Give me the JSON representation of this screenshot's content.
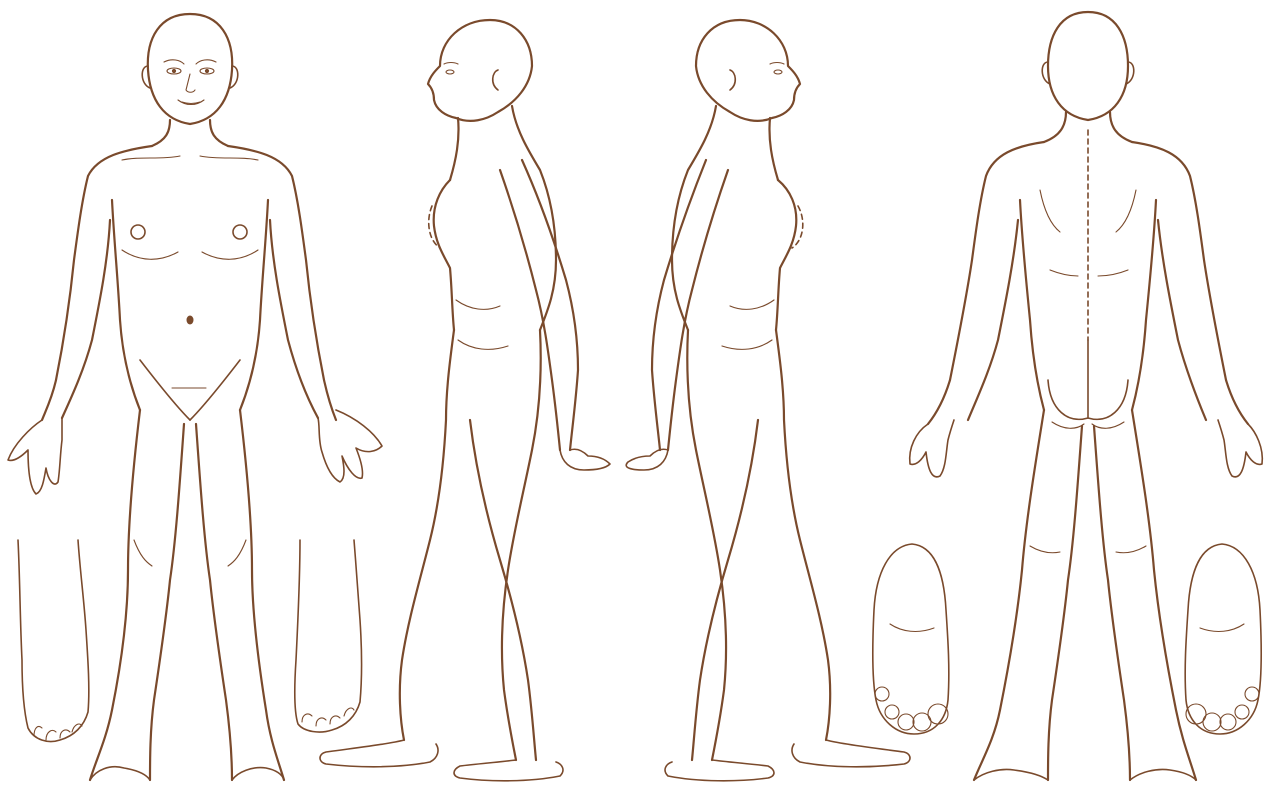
{
  "diagram": {
    "type": "body-chart",
    "views": [
      {
        "id": "front",
        "icon": "body-front-view-icon"
      },
      {
        "id": "right-side",
        "icon": "body-side-view-icon"
      },
      {
        "id": "left-side",
        "icon": "body-side-view-icon"
      },
      {
        "id": "back",
        "icon": "body-back-view-icon"
      }
    ],
    "extras": [
      {
        "id": "foot-dorsum-left",
        "icon": "foot-top-icon"
      },
      {
        "id": "foot-dorsum-right",
        "icon": "foot-top-icon"
      },
      {
        "id": "foot-sole-left",
        "icon": "foot-sole-icon"
      },
      {
        "id": "foot-sole-right",
        "icon": "foot-sole-icon"
      }
    ],
    "colors": {
      "line": "#7a4a2c",
      "background": "#ffffff"
    }
  }
}
